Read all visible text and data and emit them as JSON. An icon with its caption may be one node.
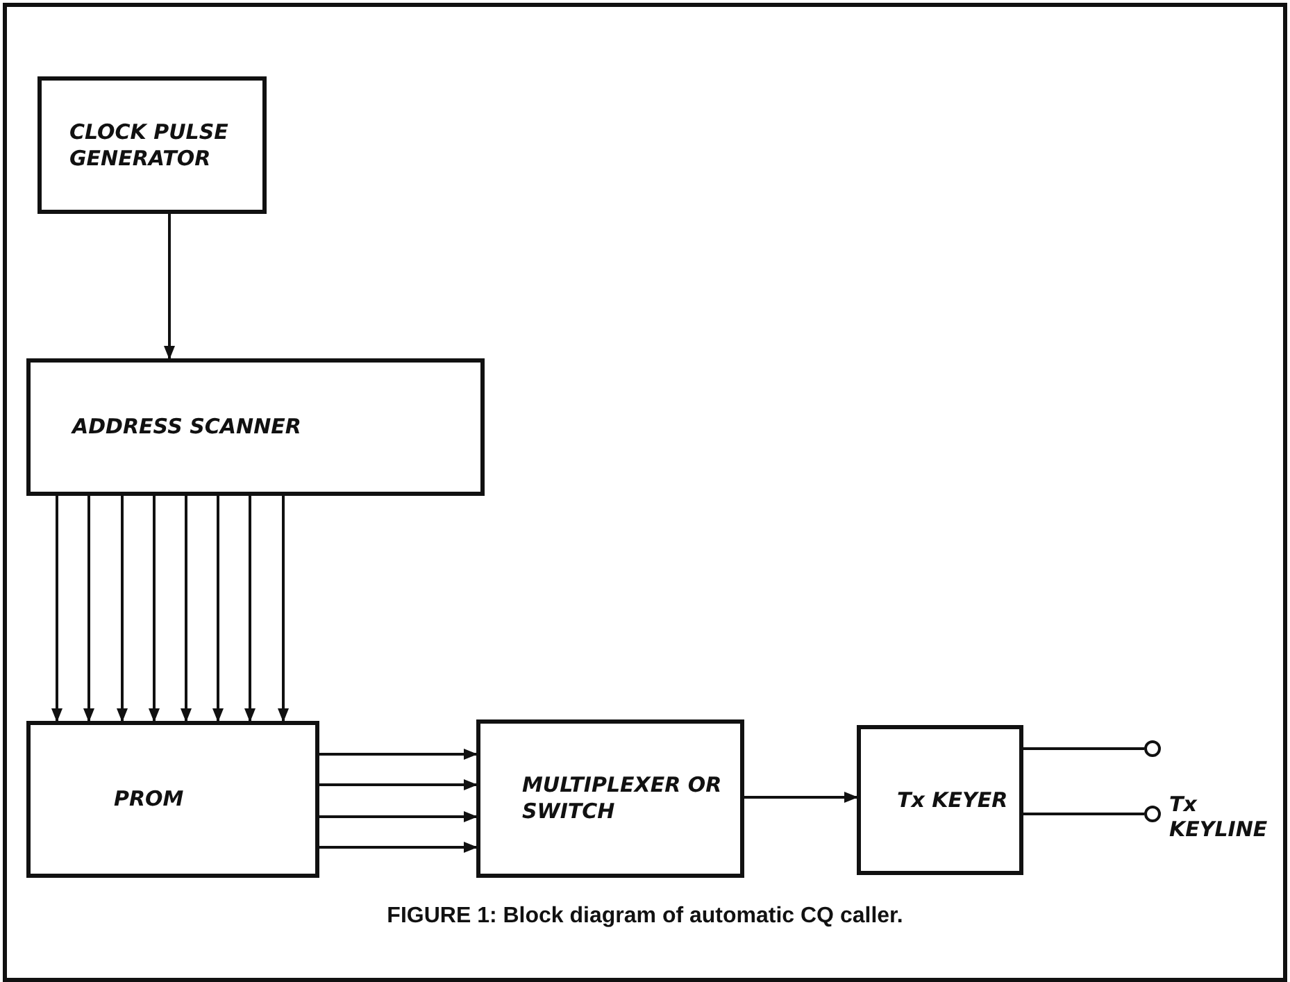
{
  "diagram": {
    "caption": "FIGURE 1: Block diagram of automatic CQ caller.",
    "nodes": [
      {
        "text": [
          "CLOCK PULSE GENERATOR"
        ]
      },
      {
        "text": [
          "ADDRESS SCANNER"
        ]
      },
      {
        "text": [
          "PROM"
        ]
      },
      {
        "text": [
          "MULTIPLEXER OR SWITCH"
        ]
      },
      {
        "text": [
          "Tx KEYER"
        ]
      },
      {
        "text": [],
        "shape": "circle"
      },
      {
        "text": [],
        "shape": "circle"
      }
    ],
    "edges": [
      {
        "from": 0,
        "to": 1,
        "arrow": "to"
      },
      {
        "from": 1,
        "to": 2,
        "arrow": "to"
      },
      {
        "from": 1,
        "to": 2,
        "arrow": "to"
      },
      {
        "from": 1,
        "to": 2,
        "arrow": "to"
      },
      {
        "from": 1,
        "to": 2,
        "arrow": "to"
      },
      {
        "from": 1,
        "to": 2,
        "arrow": "to"
      },
      {
        "from": 1,
        "to": 2,
        "arrow": "to"
      },
      {
        "from": 1,
        "to": 2,
        "arrow": "to"
      },
      {
        "from": 1,
        "to": 2,
        "arrow": "to"
      },
      {
        "from": 2,
        "to": 3,
        "arrow": "to"
      },
      {
        "from": 2,
        "to": 3,
        "arrow": "to"
      },
      {
        "from": 2,
        "to": 3,
        "arrow": "to"
      },
      {
        "from": 2,
        "to": 3,
        "arrow": "to"
      },
      {
        "from": 3,
        "to": 4,
        "arrow": "to"
      },
      {
        "from": 4,
        "to": 5,
        "arrow": "none"
      },
      {
        "from": 4,
        "to": 6,
        "arrow": "none"
      }
    ],
    "labels": [
      "Tx KEYLINE"
    ]
  }
}
